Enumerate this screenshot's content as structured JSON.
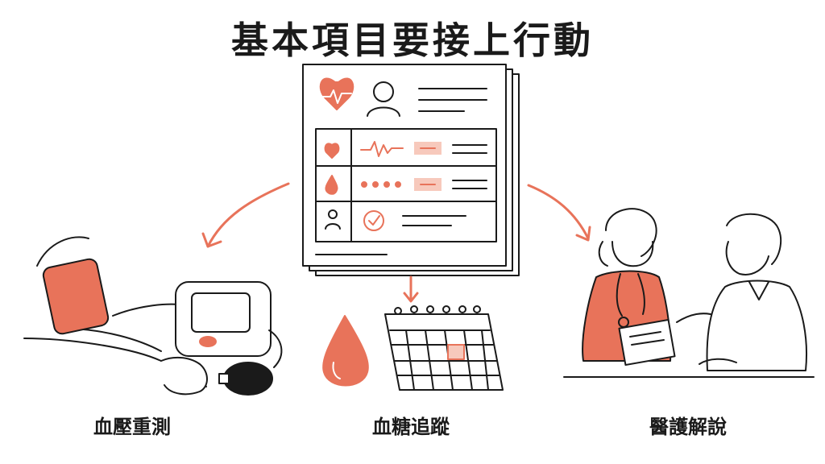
{
  "title": "基本項目要接上行動",
  "labels": {
    "blood_pressure": "血壓重測",
    "blood_sugar": "血糖追蹤",
    "nurse_explain": "醫護解說"
  },
  "colors": {
    "accent": "#E8735A",
    "accent_light": "#F7C9BC",
    "ink": "#1a1a1a"
  },
  "icons": {
    "report": "health-report-icon",
    "heart": "heart-icon",
    "person": "person-icon",
    "drop": "blood-drop-icon",
    "check": "check-circle-icon",
    "cuff": "blood-pressure-monitor-icon",
    "calendar": "calendar-icon",
    "nurse": "nurse-icon",
    "patient": "patient-icon"
  }
}
